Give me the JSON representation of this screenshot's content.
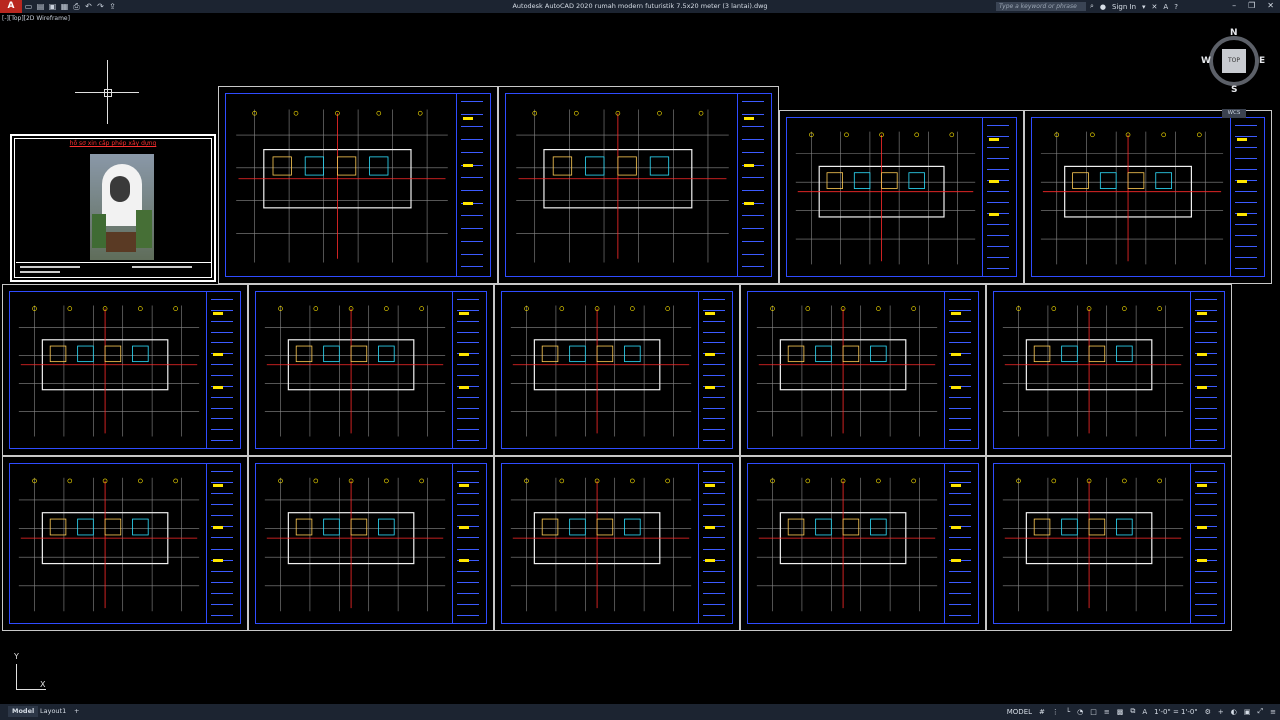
{
  "app": {
    "logo": "A",
    "title": "Autodesk AutoCAD 2020   rumah modern futuristik 7.5x20 meter (3 lantai).dwg",
    "search_placeholder": "Type a keyword or phrase",
    "sign_in": "Sign In"
  },
  "viewport": {
    "label": "[-][Top][2D Wireframe]"
  },
  "viewcube": {
    "north": "N",
    "south": "S",
    "east": "E",
    "west": "W",
    "cube": "TOP",
    "wcs": "WCS"
  },
  "ucs": {
    "x": "X",
    "y": "Y"
  },
  "cover": {
    "title_red": "hồ sơ xin cấp phép xây dựng"
  },
  "status": {
    "tab_model": "Model",
    "tab_layout": "Layout1",
    "model_label": "MODEL",
    "scale": "1'-0\" = 1'-0\""
  },
  "colors": {
    "frame": "#2f4cff",
    "grid": "#ffffff",
    "axis": "#ff2a2a",
    "accent": "#ffe600",
    "chrome": "#1c2431"
  }
}
